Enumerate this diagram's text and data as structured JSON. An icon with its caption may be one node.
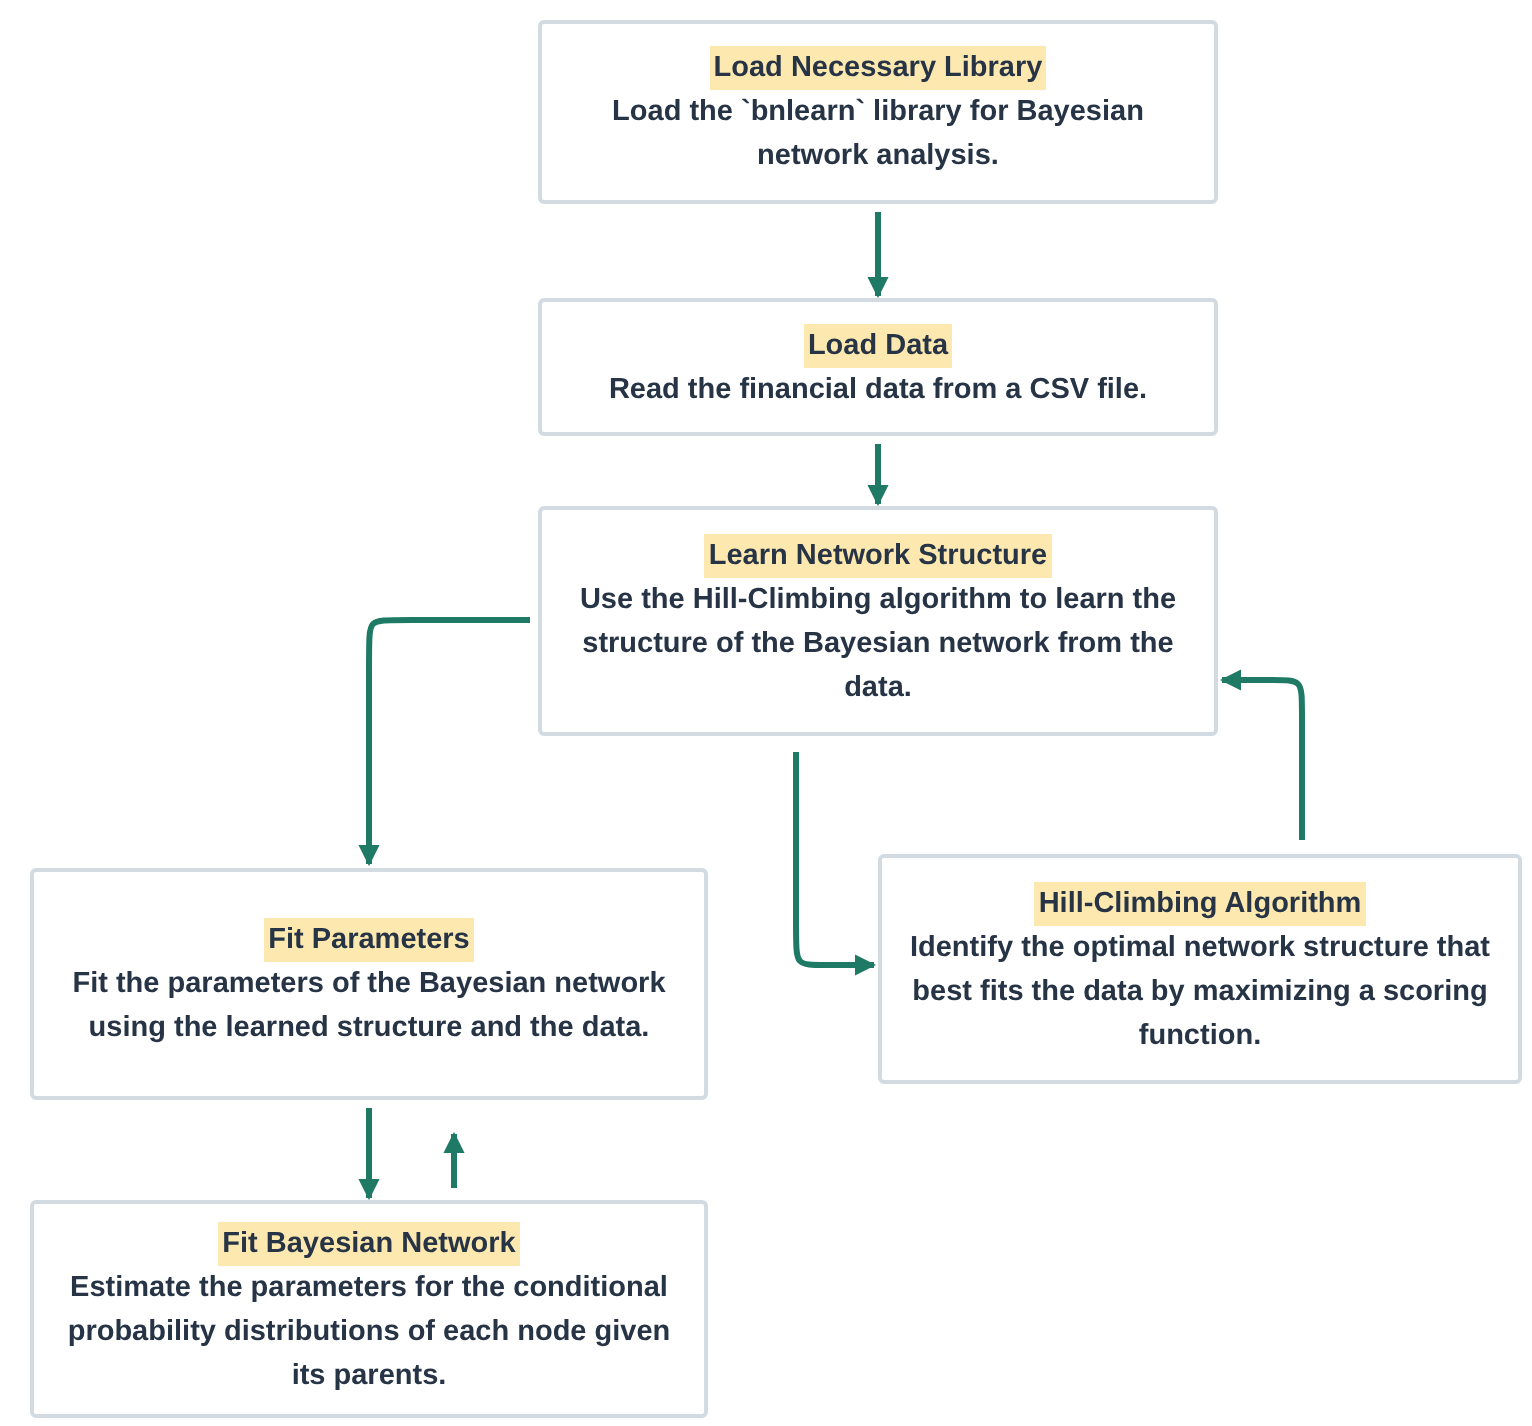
{
  "diagram": {
    "nodes": [
      {
        "text": [
          "Load Necessary Library",
          "Load the `bnlearn` library for Bayesian network analysis."
        ]
      },
      {
        "text": [
          "Load Data",
          "Read the financial data from a CSV file."
        ]
      },
      {
        "text": [
          "Learn Network Structure",
          "Use the Hill-Climbing algorithm to learn the structure of the Bayesian network from the data."
        ]
      },
      {
        "text": [
          "Fit Parameters",
          "Fit the parameters of the Bayesian network using the learned structure and the data."
        ]
      },
      {
        "text": [
          "Hill-Climbing Algorithm",
          "Identify the optimal network structure that best fits the data by maximizing a scoring function."
        ]
      },
      {
        "text": [
          "Fit Bayesian Network",
          "Estimate the parameters for the conditional probability distributions of each node given its parents."
        ]
      }
    ],
    "edges": [
      {
        "from": 0,
        "to": 1,
        "arrow": "to"
      },
      {
        "from": 1,
        "to": 2,
        "arrow": "to"
      },
      {
        "from": 2,
        "to": 3,
        "arrow": "to"
      },
      {
        "from": 2,
        "to": 4,
        "arrow": "to"
      },
      {
        "from": 4,
        "to": 2,
        "arrow": "to"
      },
      {
        "from": 3,
        "to": 5,
        "arrow": "to"
      },
      {
        "from": 5,
        "to": 3,
        "arrow": "to"
      }
    ]
  }
}
